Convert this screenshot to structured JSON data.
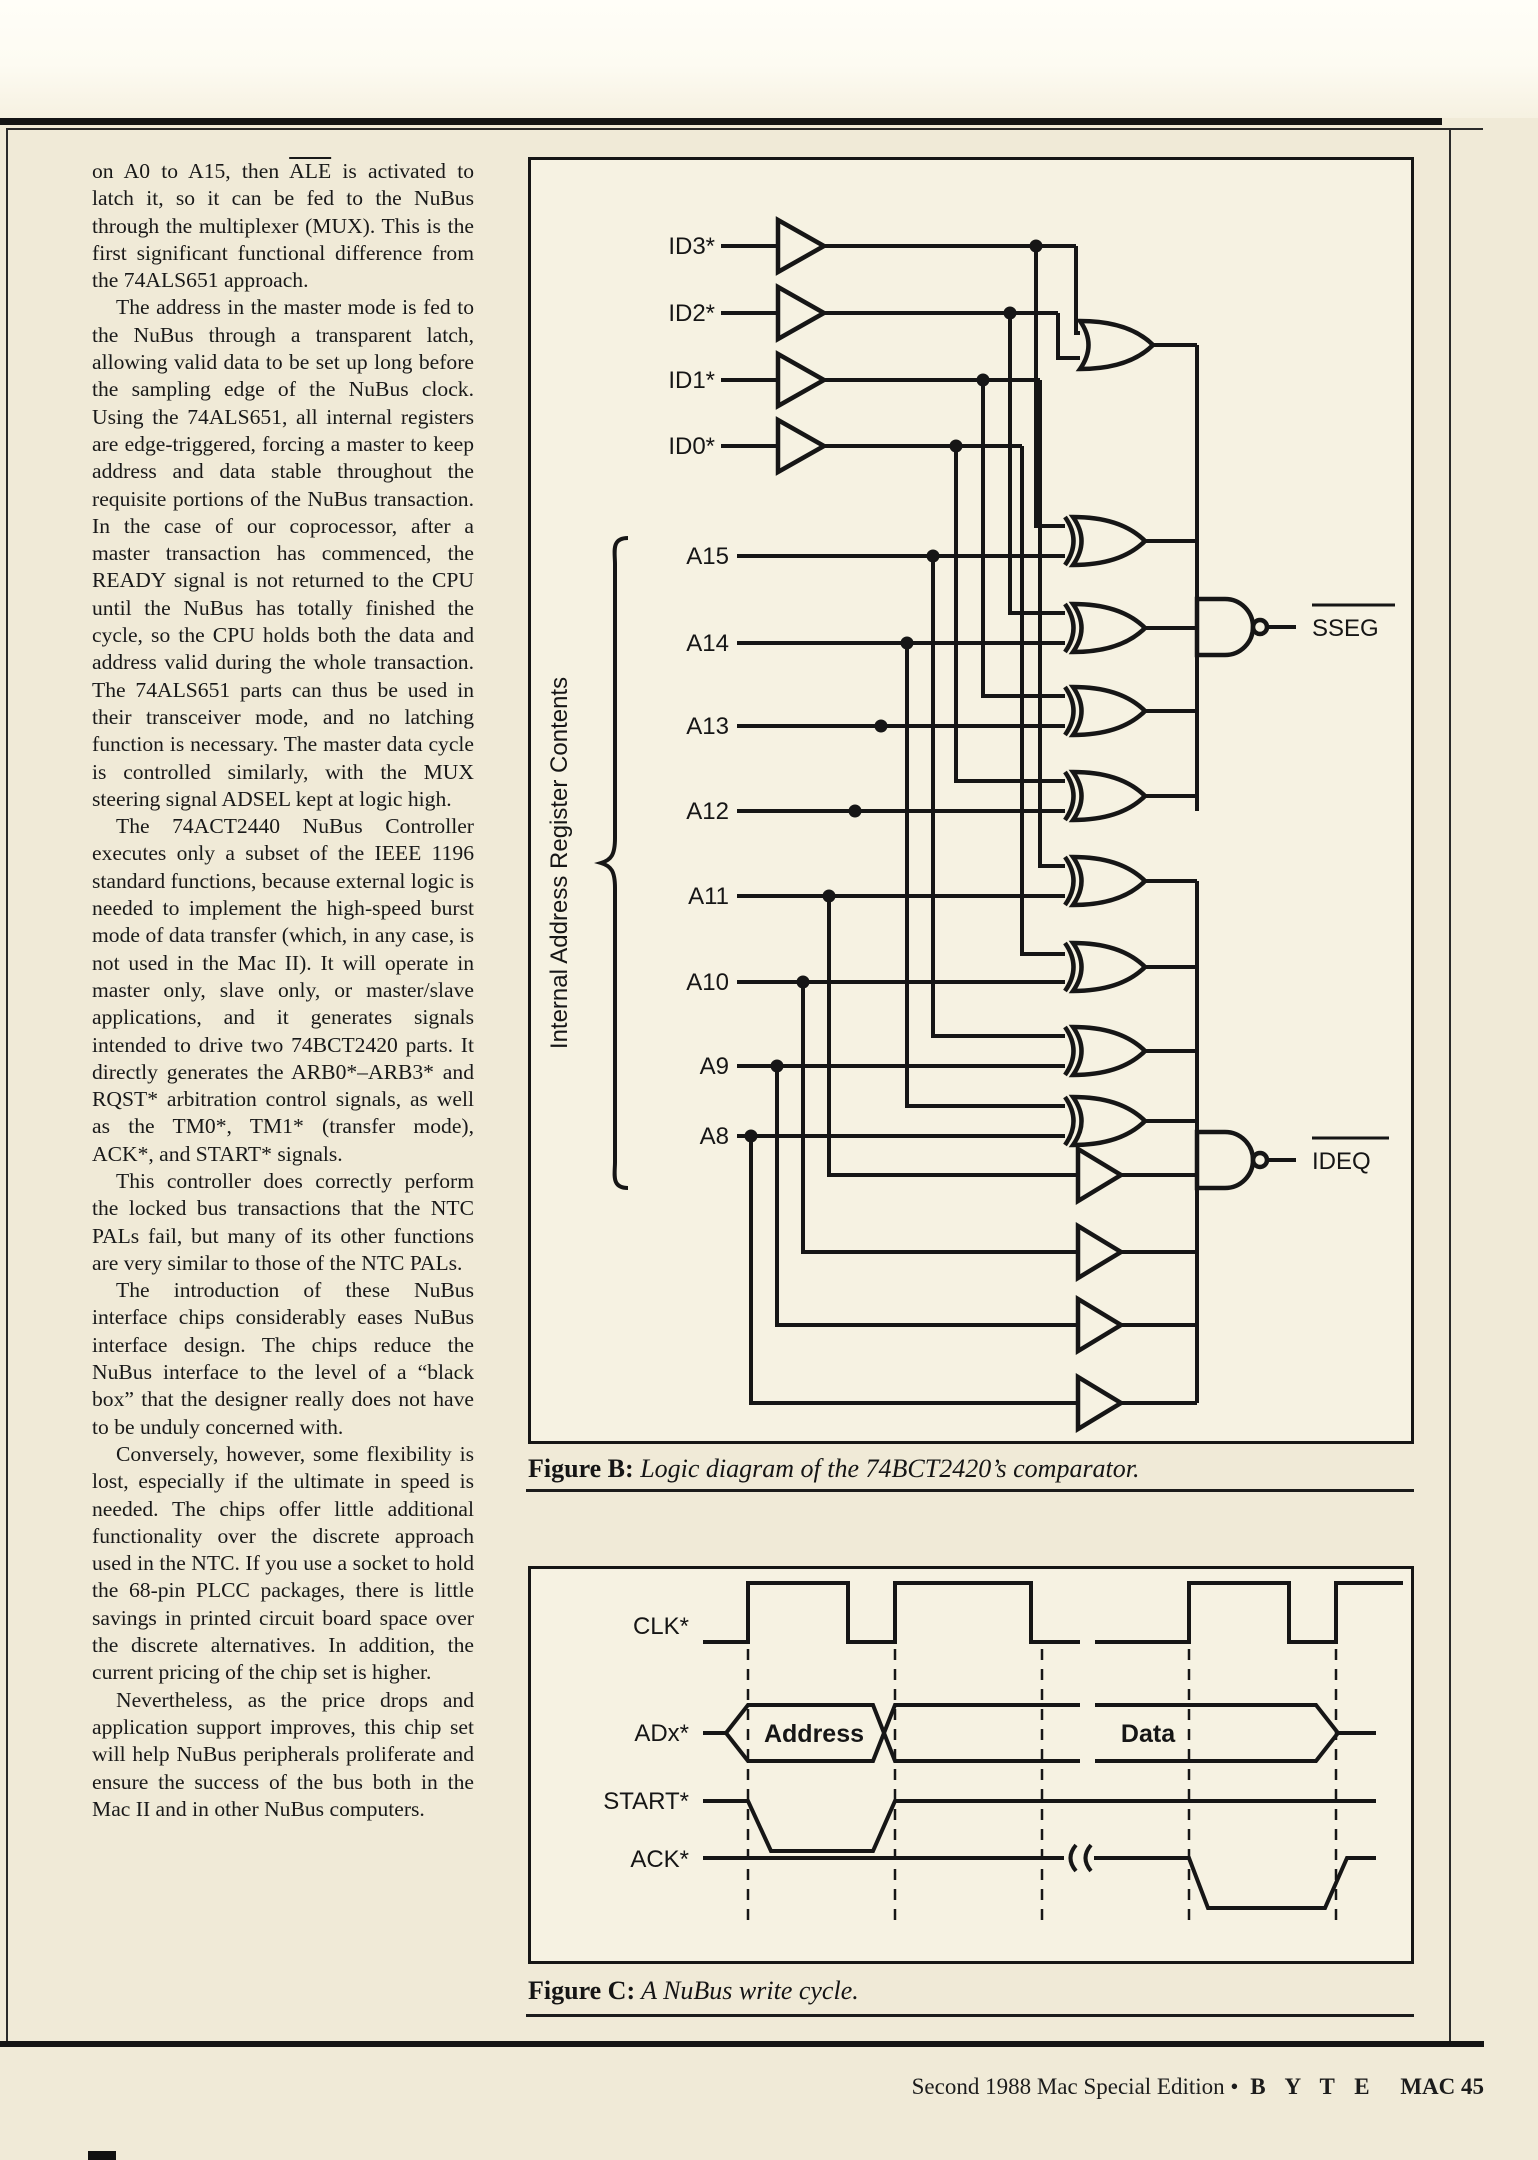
{
  "article": {
    "p1": {
      "pre": "on A0 to A15, then ",
      "overlined": "ALE",
      "post": " is activated to latch it, so it can be fed to the NuBus through the multiplexer (MUX). This is the first significant functional difference from the 74ALS651 approach."
    },
    "paragraphs": [
      "The address in the master mode is fed to the NuBus through a transparent latch, allowing valid data to be set up long before the sampling edge of the NuBus clock. Using the 74ALS651, all internal registers are edge-triggered, forcing a master to keep address and data stable throughout the requisite portions of the NuBus transaction. In the case of our coprocessor, after a master transaction has commenced, the READY signal is not returned to the CPU until the NuBus has totally finished the cycle, so the CPU holds both the data and address valid during the whole transaction. The 74ALS651 parts can thus be used in their transceiver mode, and no latching function is necessary. The master data cycle is controlled similarly, with the MUX steering signal ADSEL kept at logic high.",
      "The 74ACT2440 NuBus Controller executes only a subset of the IEEE 1196 standard functions, because external logic is needed to implement the high-speed burst mode of data transfer (which, in any case, is not used in the Mac II). It will operate in master only, slave only, or master/slave applications, and it generates signals intended to drive two 74BCT2420 parts. It directly generates the ARB0*–ARB3* and RQST* arbitration control signals, as well as the TM0*, TM1* (transfer mode), ACK*, and START* signals.",
      "This controller does correctly perform the locked bus transactions that the NTC PALs fail, but many of its other functions are very similar to those of the NTC PALs.",
      "The introduction of these NuBus interface chips considerably eases NuBus interface design. The chips reduce the NuBus interface to the level of a “black box” that the designer really does not have to be unduly concerned with.",
      "Conversely, however, some flexibility is lost, especially if the ultimate in speed is needed. The chips offer little additional functionality over the discrete approach used in the NTC. If you use a socket to hold the 68-pin PLCC packages, there is little savings in printed circuit board space over the discrete alternatives. In addition, the current pricing of the chip set is higher.",
      "Nevertheless, as the price drops and application support improves, this chip set will help NuBus peripherals proliferate and ensure the success of the bus both in the Mac II and in other NuBus computers."
    ]
  },
  "figure_b": {
    "caption_label": "Figure B:",
    "caption_text": " Logic diagram of the 74BCT2420’s comparator.",
    "brace_label": "Internal Address Register Contents",
    "id_inputs": [
      "ID3*",
      "ID2*",
      "ID1*",
      "ID0*"
    ],
    "address_inputs": [
      "A15",
      "A14",
      "A13",
      "A12",
      "A11",
      "A10",
      "A9",
      "A8"
    ],
    "outputs": [
      "SSEG",
      "IDEQ"
    ]
  },
  "figure_c": {
    "caption_label": "Figure C:",
    "caption_text": " A NuBus write cycle.",
    "signals": [
      "CLK*",
      "ADx*",
      "START*",
      "ACK*"
    ],
    "bus_labels": [
      "Address",
      "Data"
    ]
  },
  "footer": {
    "edition": "Second 1988 Mac Special Edition",
    "bullet": "•",
    "magazine": "B Y T E",
    "page_label": "MAC 45"
  }
}
